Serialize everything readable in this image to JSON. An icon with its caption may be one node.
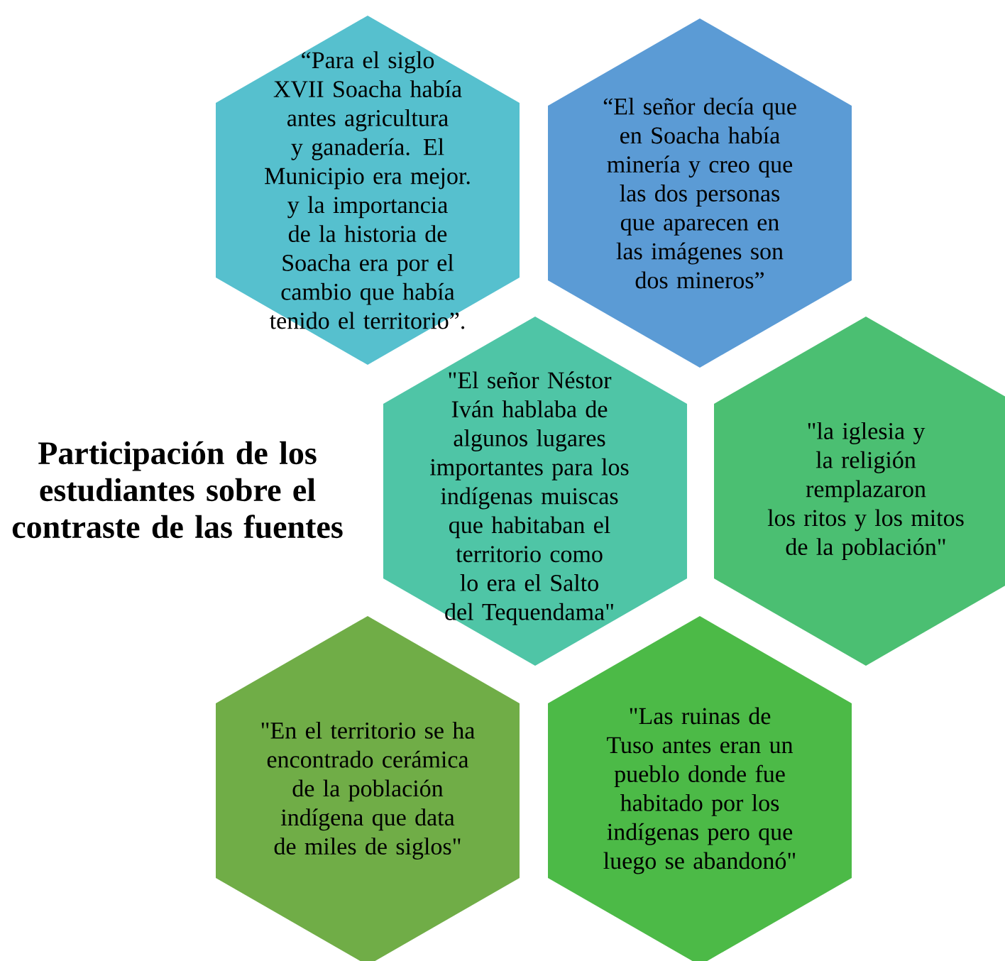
{
  "diagram": {
    "title": "Participación de los estudiantes sobre el contraste de las fuentes",
    "nodes": [
      {
        "text": [
          "“Para el siglo XVII Soacha había antes agricultura y ganadería. El Municipio era mejor. y la importancia de la historia de Soacha era por el cambio que había tenido el territorio”."
        ]
      },
      {
        "text": [
          "“El señor decía que en Soacha había minería y creo que las dos personas que aparecen en las imágenes son dos mineros”"
        ]
      },
      {
        "text": [
          "\"El señor Néstor Iván hablaba de algunos lugares importantes para los indígenas muiscas que habitaban el territorio como lo era el Salto del Tequendama\""
        ]
      },
      {
        "text": [
          "\"la iglesia y la religión remplazaron los ritos y los mitos de la población\""
        ]
      },
      {
        "text": [
          "\"En el territorio se ha encontrado cerámica de la población indígena que data de miles de siglos\""
        ]
      },
      {
        "text": [
          "\"Las ruinas de Tuso antes eran un pueblo donde fue habitado por los indígenas pero que luego se abandonó\""
        ]
      }
    ]
  }
}
